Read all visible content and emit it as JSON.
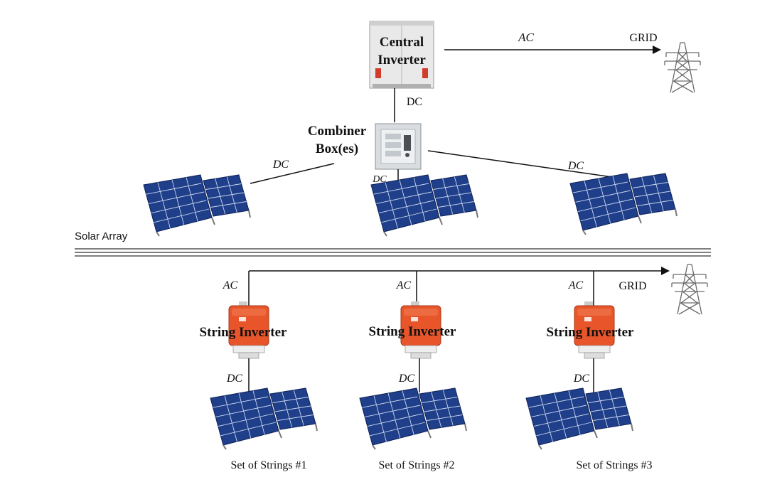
{
  "central": {
    "inverter_label_line1": "Central",
    "inverter_label_line2": "Inverter",
    "ac_label": "AC",
    "grid_label": "GRID",
    "dc_label_inverter": "DC",
    "combiner_label_line1": "Combiner",
    "combiner_label_line2": "Box(es)",
    "dc_label_left": "DC",
    "dc_label_center": "DC",
    "dc_label_right": "DC",
    "solar_array_label": "Solar Array"
  },
  "divider": "=====================================================================================================",
  "string": {
    "grid_label": "GRID",
    "inverters": [
      {
        "label": "String Inverter",
        "ac_label": "AC",
        "dc_label": "DC",
        "strings_label": "Set of Strings #1"
      },
      {
        "label": "String Inverter",
        "ac_label": "AC",
        "dc_label": "DC",
        "strings_label": "Set of Strings #2"
      },
      {
        "label": "String Inverter",
        "ac_label": "AC",
        "dc_label": "DC",
        "strings_label": "Set of Strings #3"
      }
    ]
  },
  "colors": {
    "panel": "#1f3f8a",
    "panel_grid": "#c9d6ee",
    "string_inverter": "#e8552a",
    "central_inverter": "#e9e9ea",
    "combiner_box": "#d9dde0",
    "tower": "#6a6a6a",
    "line": "#111111"
  }
}
